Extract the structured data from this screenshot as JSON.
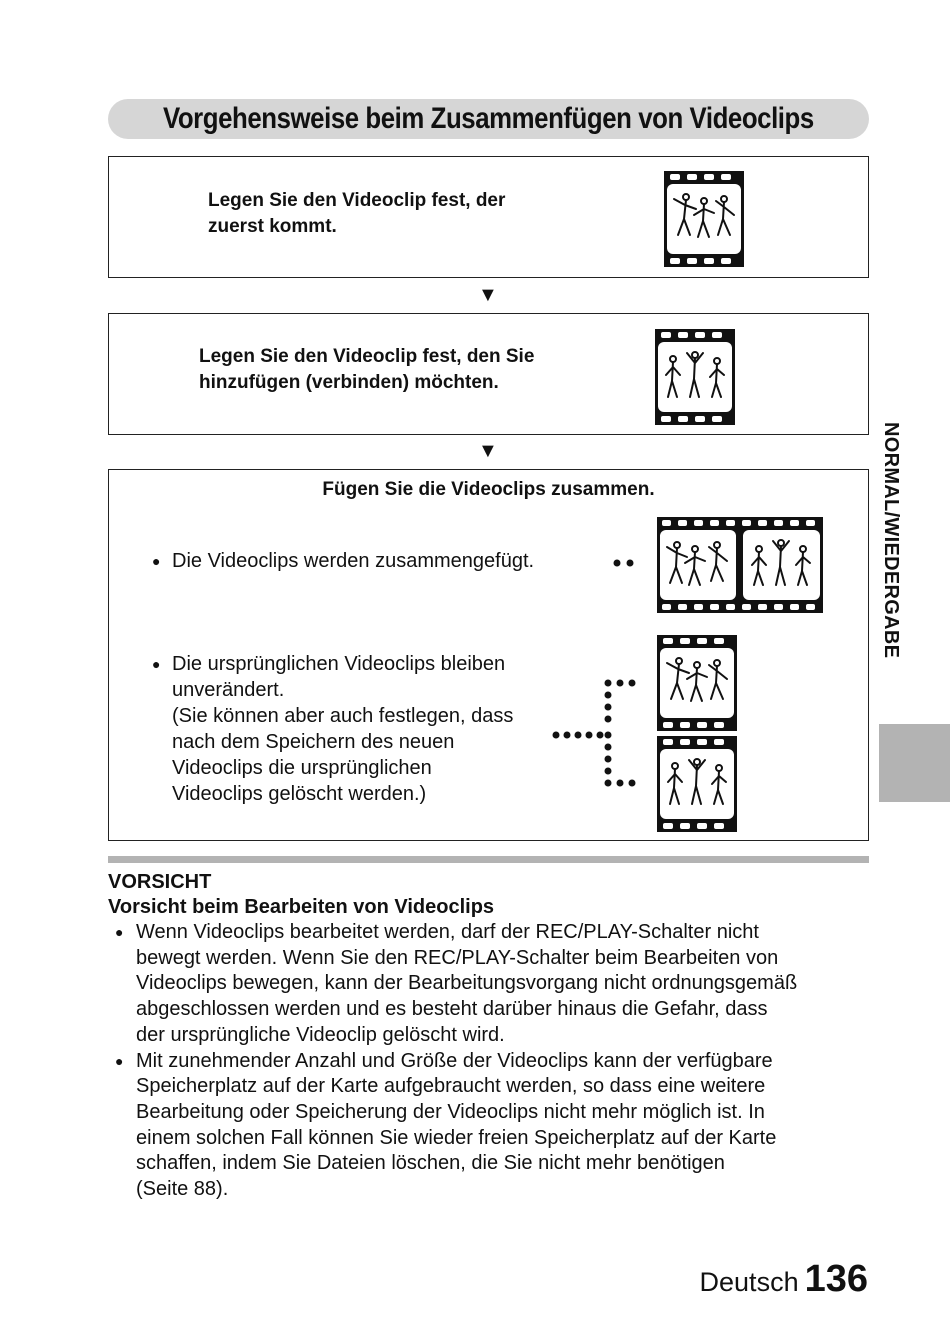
{
  "title": "Vorgehensweise beim Zusammenfügen von Videoclips",
  "steps": [
    {
      "text_lines": [
        "Legen Sie den Videoclip fest, der",
        "zuerst kommt."
      ]
    },
    {
      "text_lines": [
        "Legen Sie den Videoclip fest, den Sie",
        "hinzufügen (verbinden) möchten."
      ]
    },
    {
      "heading": "Fügen Sie die Videoclips zusammen.",
      "bullets": [
        {
          "lines": [
            "Die Videoclips werden zusammengefügt."
          ]
        },
        {
          "lines": [
            "Die ursprünglichen Videoclips bleiben",
            "unverändert.",
            "(Sie können aber auch festlegen, dass",
            "nach dem Speichern des neuen",
            "Videoclips die ursprünglichen",
            "Videoclips gelöscht werden.)"
          ]
        }
      ]
    }
  ],
  "arrow_symbol": "▼",
  "bullet_symbol": "●",
  "caution": {
    "heading": "VORSICHT",
    "subheading": "Vorsicht beim Bearbeiten von Videoclips",
    "items": [
      {
        "lines": [
          "Wenn Videoclips bearbeitet werden, darf der REC/PLAY-Schalter nicht",
          "bewegt werden. Wenn Sie den REC/PLAY-Schalter beim Bearbeiten von",
          "Videoclips bewegen, kann der Bearbeitungsvorgang nicht ordnungsgemäß",
          "abgeschlossen werden und es besteht darüber hinaus die Gefahr, dass",
          "der ursprüngliche Videoclip gelöscht wird."
        ]
      },
      {
        "lines": [
          "Mit zunehmender Anzahl und Größe der Videoclips kann der verfügbare",
          "Speicherplatz auf der Karte aufgebraucht werden, so dass eine weitere",
          "Bearbeitung oder Speicherung der Videoclips nicht mehr möglich ist. In",
          "einem solchen Fall können Sie wieder freien Speicherplatz auf der Karte",
          "schaffen, indem Sie Dateien löschen, die Sie nicht mehr benötigen",
          "(Seite 88)."
        ]
      }
    ]
  },
  "side_tab": "NORMAL/WIEDERGABE",
  "footer": {
    "language": "Deutsch",
    "page_number": "136"
  },
  "colors": {
    "title_bar": "#d6d6d6",
    "rule": "#b3b3b3",
    "side_tab": "#b3b3b3"
  }
}
